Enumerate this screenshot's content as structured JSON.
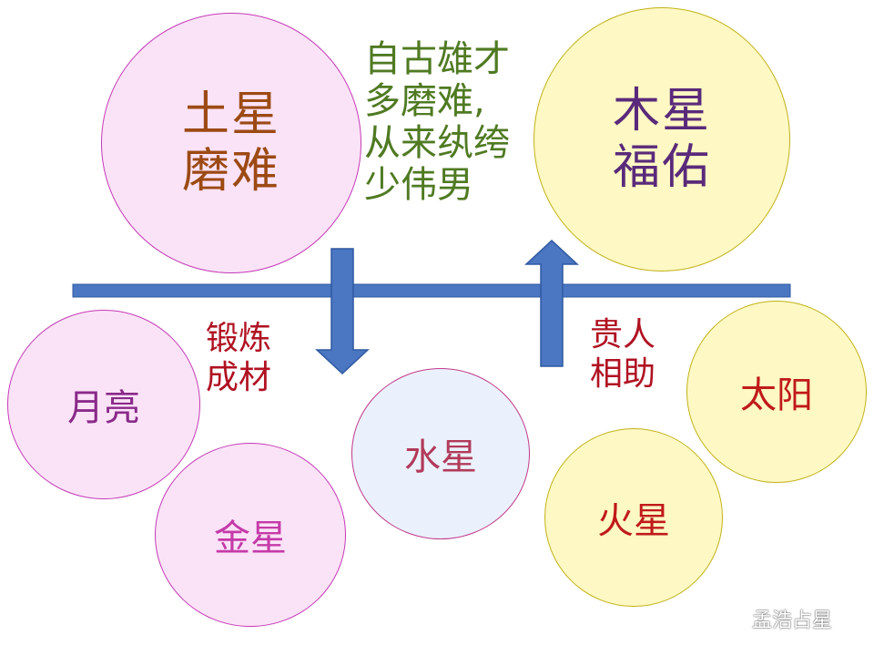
{
  "saturn": {
    "lines": [
      "土星",
      "磨难"
    ]
  },
  "jupiter": {
    "lines": [
      "木星",
      "福佑"
    ]
  },
  "poem": {
    "lines": [
      "自古雄才",
      "多磨难,",
      "从来纨绔",
      "少伟男"
    ]
  },
  "tempering": {
    "lines": [
      "锻炼",
      "成材"
    ]
  },
  "benefactor": {
    "lines": [
      "贵人",
      "相助"
    ]
  },
  "planets": {
    "moon": "月亮",
    "venus": "金星",
    "mercury": "水星",
    "sun": "太阳",
    "mars": "火星"
  },
  "watermark": {
    "text": "孟浩占星",
    "icon": "wechat-icon"
  },
  "colors": {
    "line_blue": "#4a76c2",
    "arrow_blue": "#4a76c2",
    "pink_fill": "#fbe3f7",
    "yellow_fill": "#fdf8c4",
    "light_blue_fill": "#eaf1fc"
  }
}
